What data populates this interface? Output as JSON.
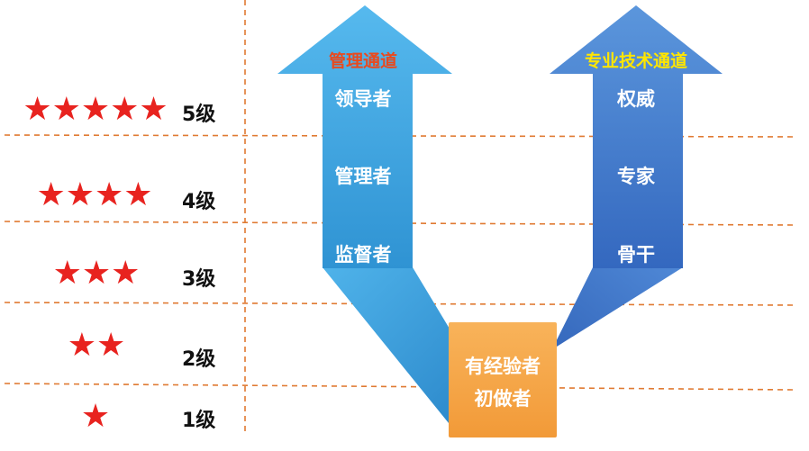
{
  "levels": [
    {
      "stars": "★★★★★",
      "label": "5级"
    },
    {
      "stars": "★★★★",
      "label": "4级"
    },
    {
      "stars": "★★★",
      "label": "3级"
    },
    {
      "stars": "★★",
      "label": "2级"
    },
    {
      "stars": "★",
      "label": "1级"
    }
  ],
  "management_track": {
    "title": "管理通道",
    "roles": [
      "领导者",
      "管理者",
      "监督者"
    ]
  },
  "technical_track": {
    "title": "专业技术通道",
    "roles": [
      "权威",
      "专家",
      "骨干"
    ]
  },
  "base": {
    "lines": [
      "有经验者",
      "初做者"
    ]
  },
  "colors": {
    "star": "#e8231f",
    "divider": "#e07a32",
    "management_arrow": "#3fa6e0",
    "technical_arrow": "#3f7fd0",
    "base_box": "#f6a64a",
    "management_title": "#e84a1f",
    "technical_title": "#ffe600"
  }
}
